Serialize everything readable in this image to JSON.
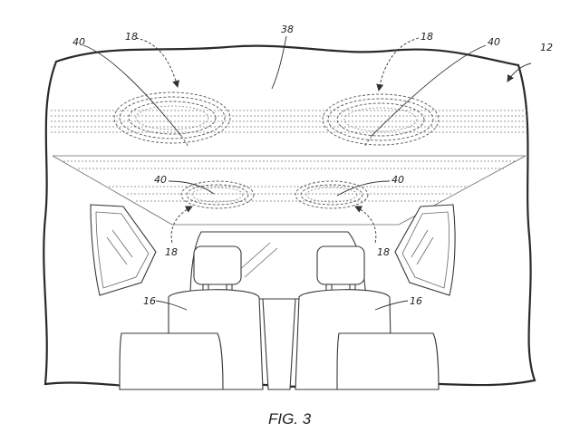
{
  "figure": {
    "caption": "FIG. 3",
    "labels": {
      "vehicle": "12",
      "roof_outer_left": "18",
      "roof_outer_right": "18",
      "roof_inner_left": "18",
      "roof_inner_right": "18",
      "headliner": "38",
      "unit_outer_left": "40",
      "unit_outer_right": "40",
      "unit_inner_left": "40",
      "unit_inner_right": "40",
      "seat_left": "16",
      "seat_right": "16"
    }
  }
}
